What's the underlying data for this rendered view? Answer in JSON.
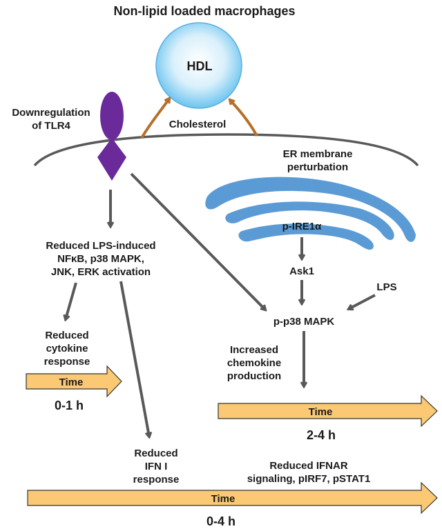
{
  "title": "Non-lipid loaded macrophages",
  "hdl_label": "HDL",
  "cholesterol_label": "Cholesterol",
  "tlr4_label": [
    "Downregulation",
    "of TLR4"
  ],
  "er_label": [
    "ER membrane",
    "perturbation"
  ],
  "pire1_label": "p-IRE1α",
  "ask1_label": "Ask1",
  "lps_label": "LPS",
  "pp38_label": "p-p38 MAPK",
  "reduced_lps_label": [
    "Reduced LPS-induced",
    "NFκB, p38 MAPK,",
    "JNK, ERK activation"
  ],
  "cytokine_label": [
    "Reduced",
    "cytokine",
    "response"
  ],
  "chemokine_label": [
    "Increased",
    "chemokine",
    "production"
  ],
  "ifn_label": [
    "Reduced",
    "IFN I",
    "response"
  ],
  "ifnar_label": [
    "Reduced IFNAR",
    "signaling, pIRF7, pSTAT1"
  ],
  "time_label": "Time",
  "time_short": "0-1 h",
  "time_mid": "2-4 h",
  "time_long": "0-4 h",
  "colors": {
    "hdl_fill_center": "#ffffff",
    "hdl_fill_edge": "#6cc4f0",
    "hdl_stroke": "#5aaee0",
    "tlr4": "#6a2a9a",
    "er": "#5b9bd5",
    "arrow_gray": "#595959",
    "arrow_brown": "#b5702a",
    "time_arrow_fill": "#fbc873",
    "time_arrow_stroke": "#333333",
    "membrane": "#595959"
  }
}
